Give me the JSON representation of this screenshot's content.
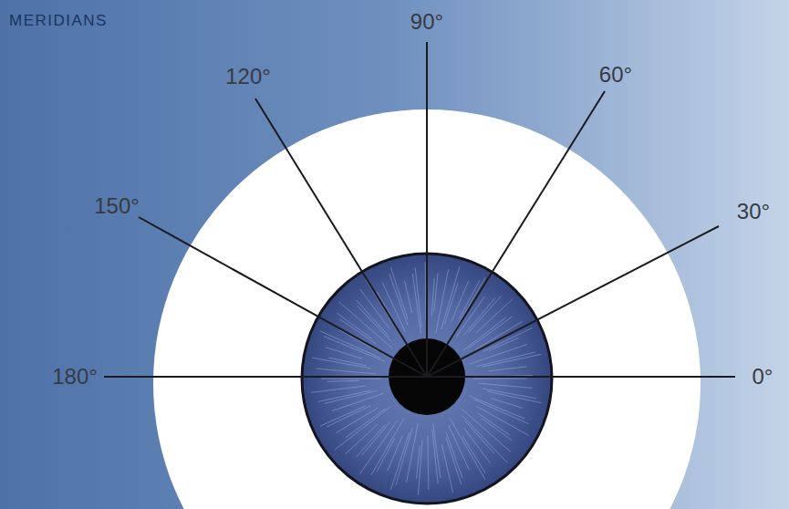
{
  "diagram": {
    "title": "MERIDIANS",
    "labels": [
      "90°",
      "120°",
      "60°",
      "150°",
      "30°",
      "180°",
      "0°"
    ]
  }
}
